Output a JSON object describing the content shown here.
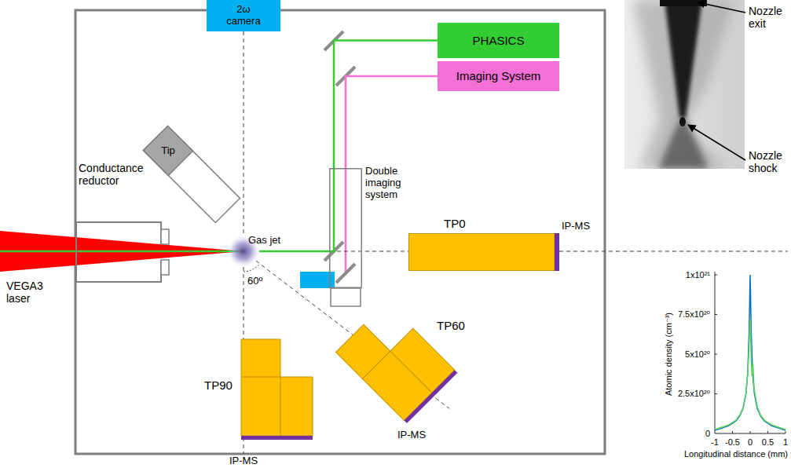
{
  "diagram": {
    "nodes": [
      {
        "text": [
          "2ω camera"
        ]
      },
      {
        "text": [
          "PHASICS"
        ]
      },
      {
        "text": [
          "Imaging System"
        ]
      },
      {
        "text": [
          "Tip"
        ]
      },
      {
        "text": [
          "Conductance reductor"
        ]
      },
      {
        "text": [
          "Double imaging system"
        ]
      },
      {
        "text": [
          "Gas jet"
        ]
      },
      {
        "text": [
          "TP0"
        ]
      },
      {
        "text": [
          "TP90"
        ]
      },
      {
        "text": [
          "TP60"
        ]
      }
    ],
    "edges": [
      {
        "from": 6,
        "to": 1,
        "arrow": "none"
      },
      {
        "from": 5,
        "to": 2,
        "arrow": "none"
      },
      {
        "from": 0,
        "to": 6,
        "arrow": "none"
      },
      {
        "from": 6,
        "to": 7,
        "arrow": "none"
      },
      {
        "from": 6,
        "to": 9,
        "arrow": "none"
      },
      {
        "from": 6,
        "to": 8,
        "arrow": "none"
      }
    ],
    "labels": [
      "Nozzle exit",
      "Nozzle shock",
      "VEGA3 laser",
      "IP-MS",
      "60º",
      "1x10²¹",
      "7.5x10²⁰",
      "5x10²⁰",
      "2.5x10²⁰",
      "0",
      "Atomic density (cm⁻³)",
      "IP-MS",
      "-1",
      "-0.5",
      "0",
      "0.5",
      "1",
      "Longitudinal distance (mm)",
      "IP-MS"
    ]
  }
}
